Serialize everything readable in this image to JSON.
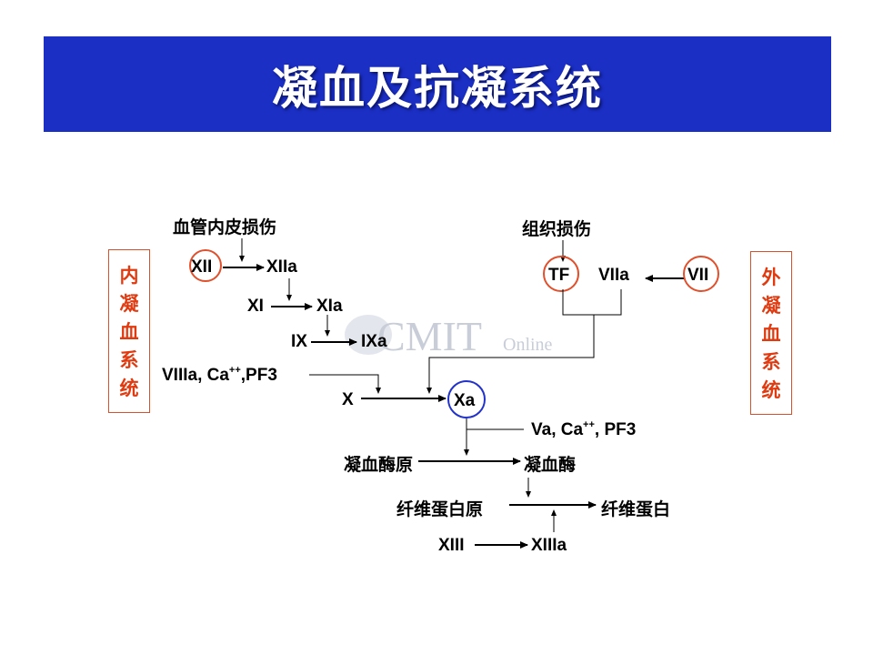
{
  "title": "凝血及抗凝系统",
  "intrinsic_label": [
    "内",
    "凝",
    "血",
    "系",
    "统"
  ],
  "extrinsic_label": [
    "外",
    "凝",
    "血",
    "系",
    "统"
  ],
  "intrinsic": {
    "trigger": "血管内皮损伤",
    "xii": "XII",
    "xiia": "XIIa",
    "xi": "XI",
    "xia": "XIa",
    "ix": "IX",
    "ixa": "IXa",
    "cofactors_main": "VIIIa, Ca",
    "cofactors_sup": "++",
    "cofactors_tail": ",PF3"
  },
  "extrinsic": {
    "trigger": "组织损伤",
    "tf": "TF",
    "viia": "VIIa",
    "vii": "VII"
  },
  "common": {
    "x": "X",
    "xa": "Xa",
    "cofactors_main": "Va, Ca",
    "cofactors_sup": "++",
    "cofactors_tail": ", PF3",
    "prothrombin": "凝血酶原",
    "thrombin": "凝血酶",
    "fibrinogen": "纤维蛋白原",
    "fibrin": "纤维蛋白",
    "xiii": "XIII",
    "xiiia": "XIIIa"
  },
  "watermark": {
    "main": "CMIT",
    "sub": "Online"
  },
  "colors": {
    "title_bg": "#1b2fc4",
    "circle_red": "#e0502c",
    "circle_blue": "#2233cc",
    "side_text": "#e03a10"
  }
}
